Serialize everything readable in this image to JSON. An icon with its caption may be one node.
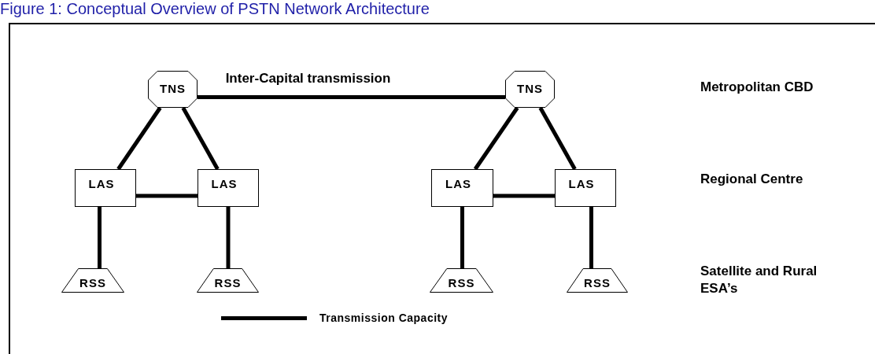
{
  "diagram": {
    "title": "Figure 1: Conceptual Overview of PSTN Network Architecture",
    "nodes": [
      {
        "text": [
          "TNS"
        ]
      },
      {
        "text": [
          "TNS"
        ]
      },
      {
        "text": [
          "LAS"
        ]
      },
      {
        "text": [
          "LAS"
        ]
      },
      {
        "text": [
          "LAS"
        ]
      },
      {
        "text": [
          "LAS"
        ]
      },
      {
        "text": [
          "RSS"
        ]
      },
      {
        "text": [
          "RSS"
        ]
      },
      {
        "text": [
          "RSS"
        ]
      },
      {
        "text": [
          "RSS"
        ]
      }
    ],
    "edges": [
      {
        "from": 0,
        "to": 1,
        "arrow": "none",
        "label": "Inter-Capital transmission"
      },
      {
        "from": 0,
        "to": 2,
        "arrow": "none"
      },
      {
        "from": 0,
        "to": 3,
        "arrow": "none"
      },
      {
        "from": 2,
        "to": 3,
        "arrow": "none"
      },
      {
        "from": 2,
        "to": 6,
        "arrow": "none"
      },
      {
        "from": 3,
        "to": 7,
        "arrow": "none"
      },
      {
        "from": 1,
        "to": 4,
        "arrow": "none"
      },
      {
        "from": 1,
        "to": 5,
        "arrow": "none"
      },
      {
        "from": 4,
        "to": 5,
        "arrow": "none"
      },
      {
        "from": 4,
        "to": 8,
        "arrow": "none"
      },
      {
        "from": 5,
        "to": 9,
        "arrow": "none"
      }
    ],
    "labels": [
      "Metropolitan CBD",
      "Regional Centre",
      "Satellite and Rural ESA’s"
    ],
    "legend": [
      {
        "text": "Transmission Capacity"
      }
    ]
  }
}
